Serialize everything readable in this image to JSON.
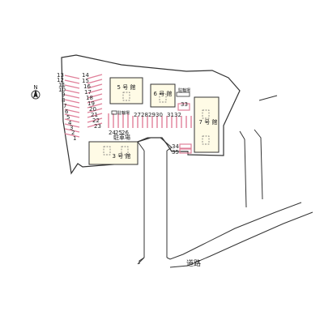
{
  "compass": {
    "label": "N",
    "icon": "north-arrow-icon"
  },
  "buildings": [
    {
      "id": "5",
      "label": "5 号 館"
    },
    {
      "id": "6",
      "label": "6 号 館"
    },
    {
      "id": "7",
      "label": "7 号 館"
    },
    {
      "id": "3",
      "label": "3 号 館"
    }
  ],
  "labels": {
    "parking": "駐車場",
    "bicycle_left": "駐輪場",
    "bicycle_right": "駐輪場",
    "road": "道路"
  },
  "parking_numbers": {
    "left_column": [
      "13",
      "12",
      "11",
      "10",
      "9",
      "8",
      "7",
      "6",
      "5",
      "4",
      "3",
      "2",
      "1"
    ],
    "right_column": [
      "14",
      "15",
      "16",
      "17",
      "18",
      "19",
      "20",
      "21",
      "22",
      "23"
    ],
    "bottom_row": [
      "24",
      "25",
      "26"
    ],
    "middle_row": [
      "27",
      "28",
      "29",
      "30",
      "31",
      "32"
    ],
    "single_33": "33",
    "single_34": "34",
    "single_35": "35"
  },
  "colors": {
    "parking_stripe": "#e0809a",
    "building_fill": "#fffbe6",
    "line": "#333333"
  }
}
